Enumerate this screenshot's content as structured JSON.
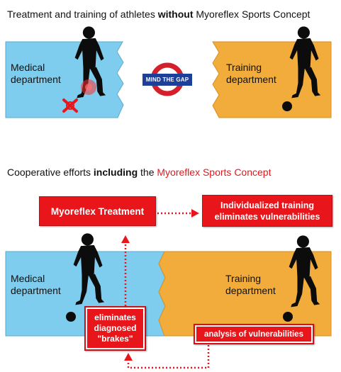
{
  "top_section": {
    "heading_pre": "Treatment and training of athletes ",
    "heading_bold": "without",
    "heading_post": " Myoreflex Sports Concept",
    "medical_label_line1": "Medical",
    "medical_label_line2": "department",
    "training_label_line1": "Training",
    "training_label_line2": "department",
    "sign_text": "MIND THE GAP"
  },
  "bottom_section": {
    "heading_pre": "Cooperative efforts ",
    "heading_bold": "including",
    "heading_mid": " the ",
    "heading_red": "Myoreflex Sports Concept",
    "myoreflex_box": "Myoreflex Treatment",
    "training_box_line1": "Individualized training",
    "training_box_line2": "eliminates vulnerabilities",
    "medical_label_line1": "Medical",
    "medical_label_line2": "department",
    "training_label_line1": "Training",
    "training_label_line2": "department",
    "brakes_line1": "eliminates",
    "brakes_line2": "diagnosed",
    "brakes_line3": "\"brakes\"",
    "analysis_box": "analysis of vulnerabilities"
  },
  "colors": {
    "medical_blue": "#7fcdee",
    "training_orange": "#f2ac3b",
    "accent_red": "#e8161b",
    "sign_blue": "#1d3f9a"
  },
  "icons": [
    "athlete-silhouette",
    "injury-cross-icon",
    "ball-icon",
    "roundel-icon",
    "dotted-arrow"
  ]
}
